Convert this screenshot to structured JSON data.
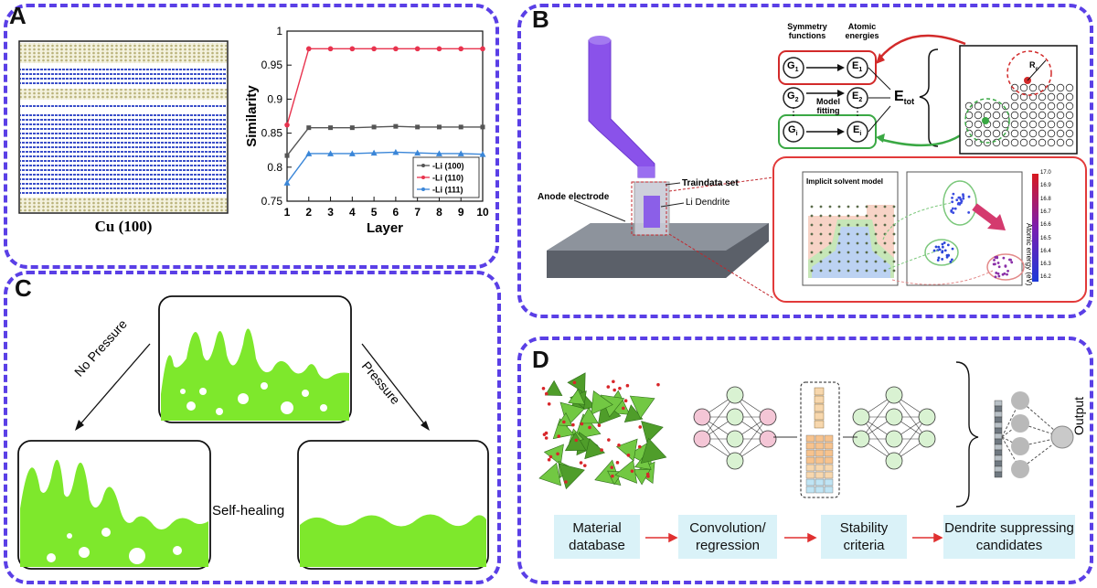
{
  "panels": {
    "a": {
      "label": "A",
      "caption": "Cu (100)"
    },
    "b": {
      "label": "B"
    },
    "c": {
      "label": "C"
    },
    "d": {
      "label": "D"
    }
  },
  "panel_b": {
    "symmetry_functions": "Symmetry functions",
    "atomic_energies": "Atomic energies",
    "g_labels": [
      "G",
      "G",
      "G"
    ],
    "g_subs": [
      "1",
      "2",
      "i"
    ],
    "e_labels": [
      "E",
      "E",
      "E"
    ],
    "e_subs": [
      "1",
      "2",
      "i"
    ],
    "model_fitting": "Model fitting",
    "e_tot": "E",
    "e_tot_sub": "tot",
    "rc": "R",
    "rc_sub": "c",
    "traindata_set": "Traindata set",
    "li_dendrite": "Li Dendrite",
    "anode_electrode": "Anode electrode",
    "implicit_solvent": "Implicit solvent model",
    "colorbar_title": "Atomic energy (eV)",
    "colorbar_ticks": [
      "17.0",
      "16.9",
      "16.8",
      "16.7",
      "16.6",
      "16.5",
      "16.4",
      "16.3",
      "16.2"
    ]
  },
  "panel_c": {
    "no_pressure": "No Pressure",
    "pressure": "Pressure",
    "self_healing": "Self-healing"
  },
  "panel_d": {
    "output": "Output",
    "steps": [
      "Material database",
      "Convolution/ regression",
      "Stability criteria",
      "Dendrite suppressing candidates"
    ]
  },
  "chart_data": {
    "type": "line",
    "x": [
      1,
      2,
      3,
      4,
      5,
      6,
      7,
      8,
      9,
      10
    ],
    "xlabel": "Layer",
    "ylabel": "Similarity",
    "xlim": [
      1,
      10
    ],
    "ylim": [
      0.75,
      1.0
    ],
    "xticks": [
      "1",
      "2",
      "3",
      "4",
      "5",
      "6",
      "7",
      "8",
      "9",
      "10"
    ],
    "yticks": [
      "0.75",
      "0.8",
      "0.85",
      "0.9",
      "0.95",
      "1"
    ],
    "legend_position": "bottom-right",
    "series": [
      {
        "name": "Li (100)",
        "color": "#555555",
        "marker": "square",
        "values": [
          0.817,
          0.858,
          0.858,
          0.858,
          0.859,
          0.86,
          0.859,
          0.859,
          0.859,
          0.859
        ]
      },
      {
        "name": "Li (110)",
        "color": "#e8334e",
        "marker": "circle",
        "values": [
          0.862,
          0.974,
          0.974,
          0.974,
          0.974,
          0.974,
          0.974,
          0.974,
          0.974,
          0.974
        ]
      },
      {
        "name": "Li (111)",
        "color": "#3a86d8",
        "marker": "triangle",
        "values": [
          0.777,
          0.82,
          0.82,
          0.82,
          0.821,
          0.822,
          0.821,
          0.82,
          0.82,
          0.819
        ]
      }
    ]
  }
}
